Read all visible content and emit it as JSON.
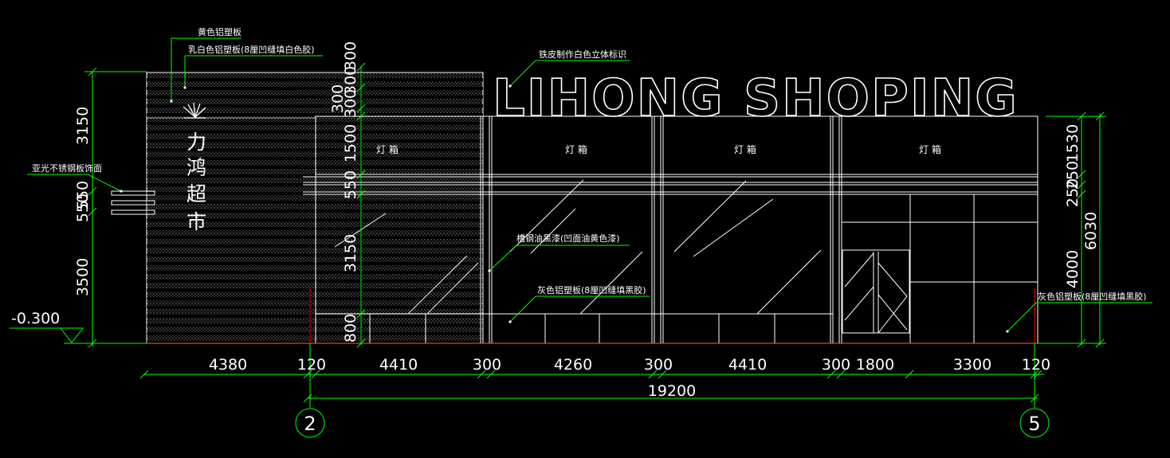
{
  "title": "LIHONG SHOPING",
  "store_name_chars": [
    "力",
    "鸿",
    "超",
    "市"
  ],
  "light_box_label": "灯 箱",
  "level_label": "-0.300",
  "grid_labels": [
    "2",
    "5"
  ],
  "horizontal_dims": [
    "4380",
    "120",
    "4410",
    "300",
    "4260",
    "300",
    "4410",
    "300",
    "1800",
    "3300",
    "120"
  ],
  "total_dim": "19200",
  "left_vertical_dims": [
    "3150",
    "550",
    "550",
    "3500"
  ],
  "mid_vertical_dims": [
    "300",
    "300",
    "300",
    "300",
    "1500",
    "550",
    "3150",
    "800"
  ],
  "right_vertical_dims": [
    "1530",
    "250",
    "250",
    "4000",
    "6030"
  ],
  "notes": {
    "yellow_panel": "黄色铝塑板",
    "milk_white_panel": "乳白色铝塑板(8厘凹缝填白色胶)",
    "iron_letters": "铁皮制作白色立体标识",
    "stainless_panel": "亚光不锈钢板饰面",
    "channel_steel": "槽钢油黑漆(凹面油黄色漆)",
    "grey_panel_mid": "灰色铝塑板(8厘凹缝填黑胶)",
    "grey_panel_right": "灰色铝塑板(8厘凹缝填黑胶)"
  },
  "colors": {
    "dimension_line": "#00ff00",
    "drawing_line": "#ffffff",
    "section_mark": "#ff0000",
    "background": "#000000"
  }
}
